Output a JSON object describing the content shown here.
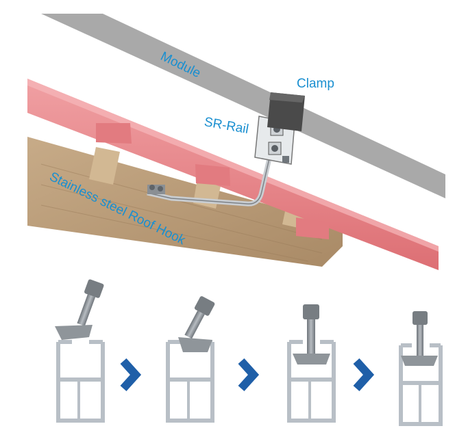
{
  "labels": {
    "module": "Module",
    "clamp": "Clamp",
    "sr_rail": "SR-Rail",
    "hook": "Stainless steel Roof Hook"
  },
  "colors": {
    "label_text": "#1a8fd0",
    "module_panel": "#a9a9a9",
    "roof_tile": "#e8868a",
    "wood": "#b89a78",
    "rail_profile": "#c9d0d6",
    "arrow": "#1f5fa8",
    "clamp_body": "#4a4a4a",
    "bolt": "#8a8f94"
  },
  "icons": [
    "chevron-right-icon",
    "bolt-icon",
    "clamp-nut-icon",
    "rail-profile-icon"
  ],
  "steps": [
    {
      "id": "step-1"
    },
    {
      "id": "step-2"
    },
    {
      "id": "step-3"
    },
    {
      "id": "step-4"
    }
  ]
}
